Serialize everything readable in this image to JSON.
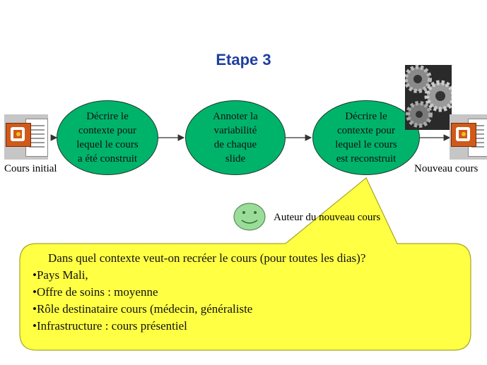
{
  "title": "Etape 3",
  "nodes": [
    "Décrire le\ncontexte pour\nlequel le cours\na été construit",
    "Annoter la\nvariabilité\nde chaque\nslide",
    "Décrire le\ncontexte pour\nlequel le cours\nest reconstruit"
  ],
  "start_label": "Cours initial",
  "end_label": "Nouveau cours",
  "author_label": "Auteur du nouveau cours",
  "callout": {
    "question": "Dans quel contexte veut-on recréer le cours (pour toutes les dias)?",
    "items": [
      "•Pays Mali,",
      "•Offre de soins : moyenne",
      "•Rôle destinataire cours (médecin, généraliste",
      "•Infrastructure : cours présentiel"
    ]
  },
  "colors": {
    "title": "#1f3fa0",
    "node_fill": "#00b36b",
    "callout_fill": "#ffff44",
    "smiley_fill": "#99dd99"
  },
  "icons": [
    "powerpoint-file-icon",
    "gears-image",
    "smiley-icon"
  ]
}
